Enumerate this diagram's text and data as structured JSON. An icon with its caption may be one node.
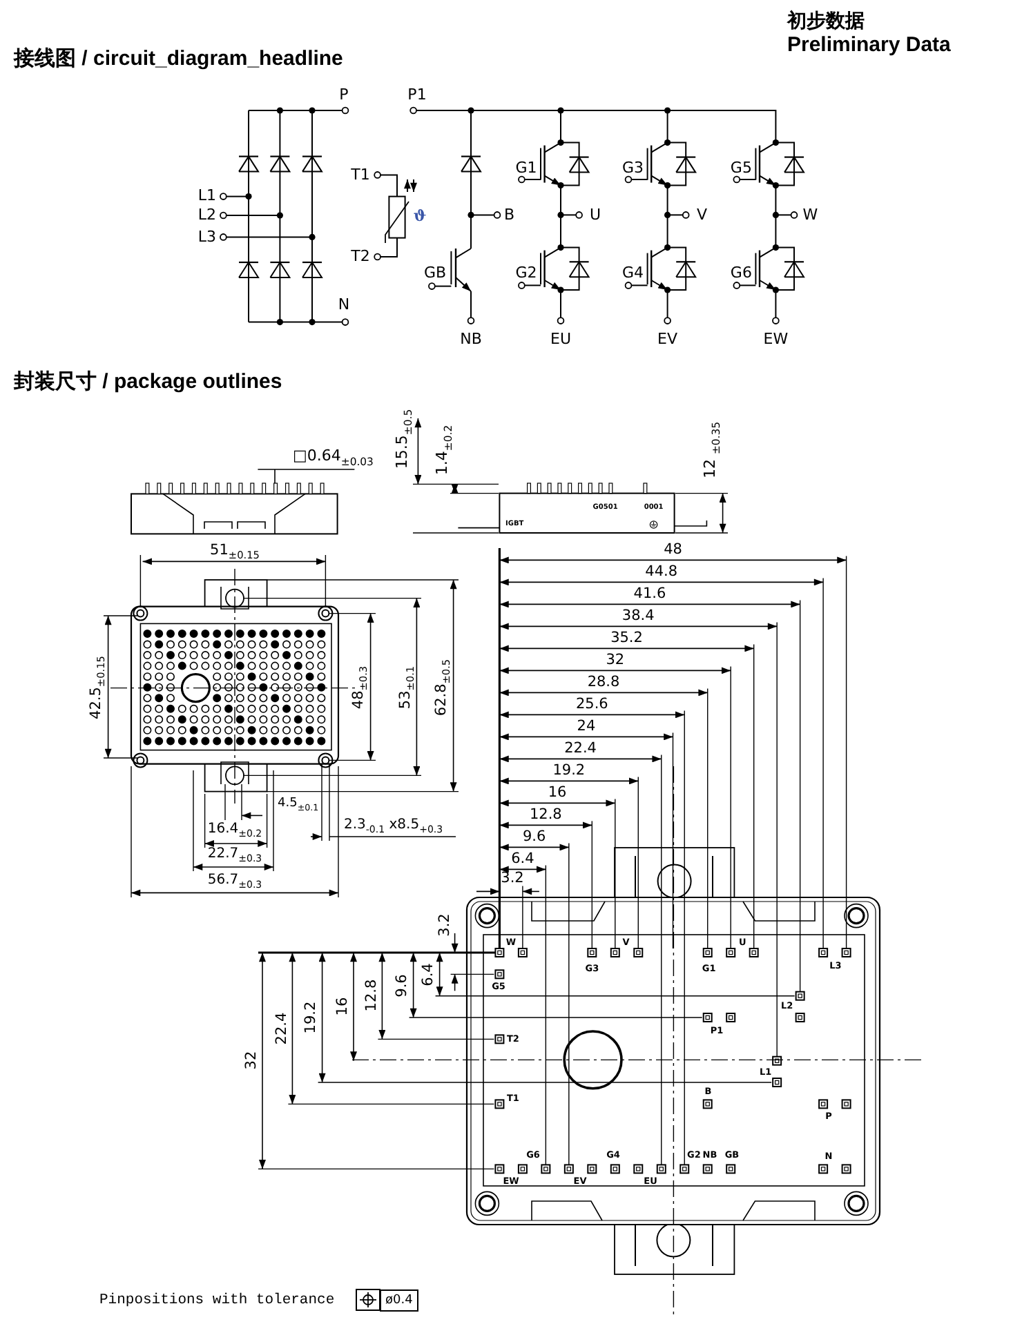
{
  "diagram": {
    "labels": [
      "初步数据",
      "Preliminary Data",
      "接线图 / circuit_diagram_headline",
      "P",
      "P1",
      "L1",
      "L2",
      "L3",
      "T1",
      "ϑ",
      "B",
      "U",
      "V",
      "W",
      "G1",
      "G3",
      "G5",
      "T2",
      "GB",
      "G2",
      "G4",
      "G6",
      "N",
      "NB",
      "EU",
      "EV",
      "EW",
      "封装尺寸 / package outlines",
      "□0.64$_{±0.03}$",
      "15.5$_{±0.5}$",
      "1.4$_{±0.2}$",
      "12 $_{±0.35}$",
      "G0501",
      "0001",
      "IGBT",
      "51$_{±0.15}$",
      "42.5$_{±0.15}$",
      "48$_{±0.3}$",
      "53$_{±0.1}$",
      "62.8$_{±0.5}$",
      "48",
      "44.8",
      "41.6",
      "38.4",
      "35.2",
      "32",
      "28.8",
      "25.6",
      "24",
      "22.4",
      "19.2",
      "16",
      "12.8",
      "9.6",
      "6.4",
      "3.2",
      "4.5$_{±0.1}$",
      "16.4$_{±0.2}$",
      "2.3$_{-0.1}$ x8.5$_{+0.3}$",
      "22.7$_{±0.3}$",
      "56.7$_{±0.3}$",
      "32",
      "22.4",
      "19.2",
      "16",
      "12.8",
      "9.6",
      "6.4",
      "3.2",
      "W",
      "V",
      "U",
      "G3",
      "G1",
      "L3",
      "G5",
      "L2",
      "P1",
      "T2",
      "L1",
      "B",
      "T1",
      "P",
      "G6",
      "G4",
      "G2",
      "NB",
      "GB",
      "N",
      "EW",
      "EV",
      "EU",
      "Pinpositions with tolerance",
      "ø0.4"
    ]
  }
}
